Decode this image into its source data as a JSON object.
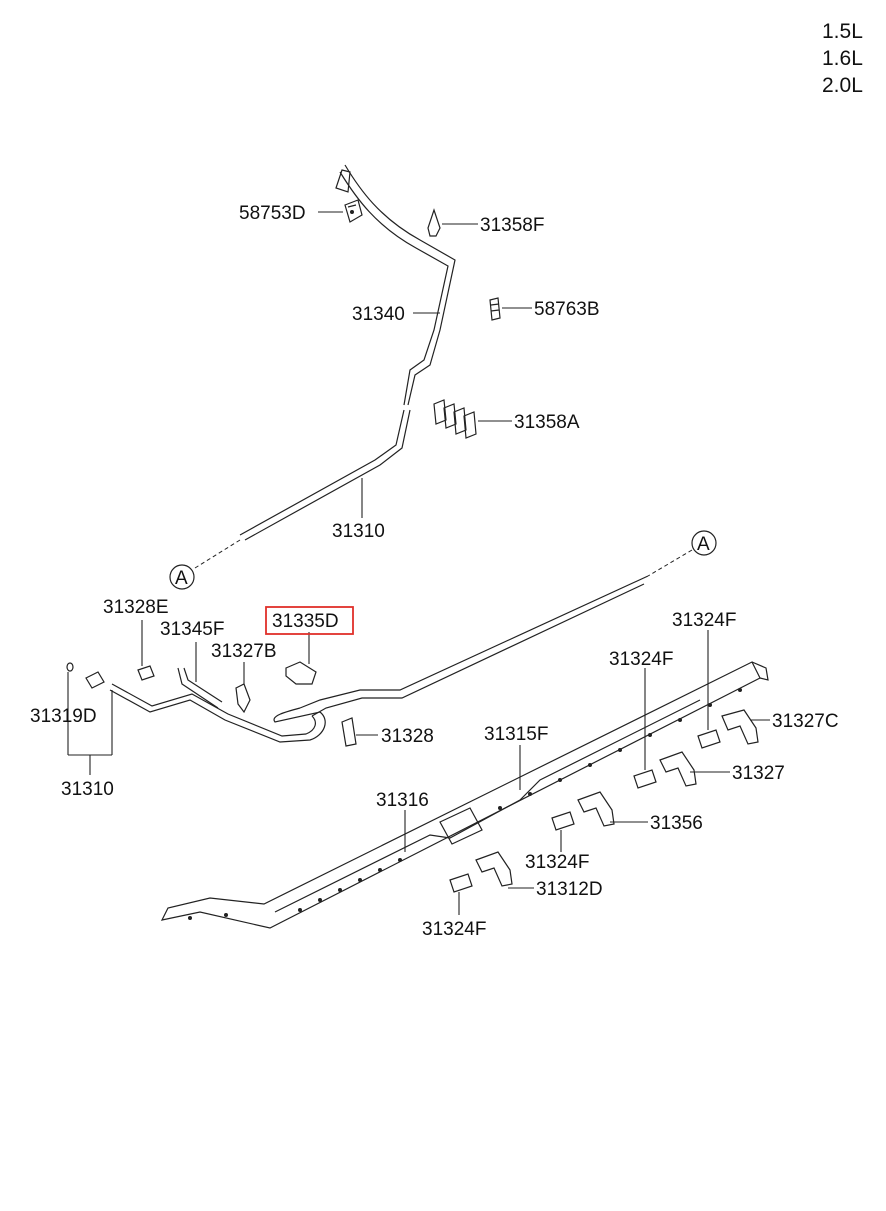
{
  "engines": [
    "1.5L",
    "1.6L",
    "2.0L"
  ],
  "refs": [
    "A",
    "A"
  ],
  "labels": {
    "l58753D": "58753D",
    "l31358F": "31358F",
    "l31340": "31340",
    "l58763B": "58763B",
    "l31358A": "31358A",
    "l31310top": "31310",
    "l31328E": "31328E",
    "l31345F": "31345F",
    "l31335D": "31335D",
    "l31327B": "31327B",
    "l31319D": "31319D",
    "l31310bot": "31310",
    "l31328": "31328",
    "l31315F": "31315F",
    "l31324Fa": "31324F",
    "l31324Fb": "31324F",
    "l31327C": "31327C",
    "l31327": "31327",
    "l31316": "31316",
    "l31356": "31356",
    "l31324Fc": "31324F",
    "l31312D": "31312D",
    "l31324Fd": "31324F"
  },
  "highlight": {
    "part": "31335D",
    "color": "#e0302a"
  }
}
